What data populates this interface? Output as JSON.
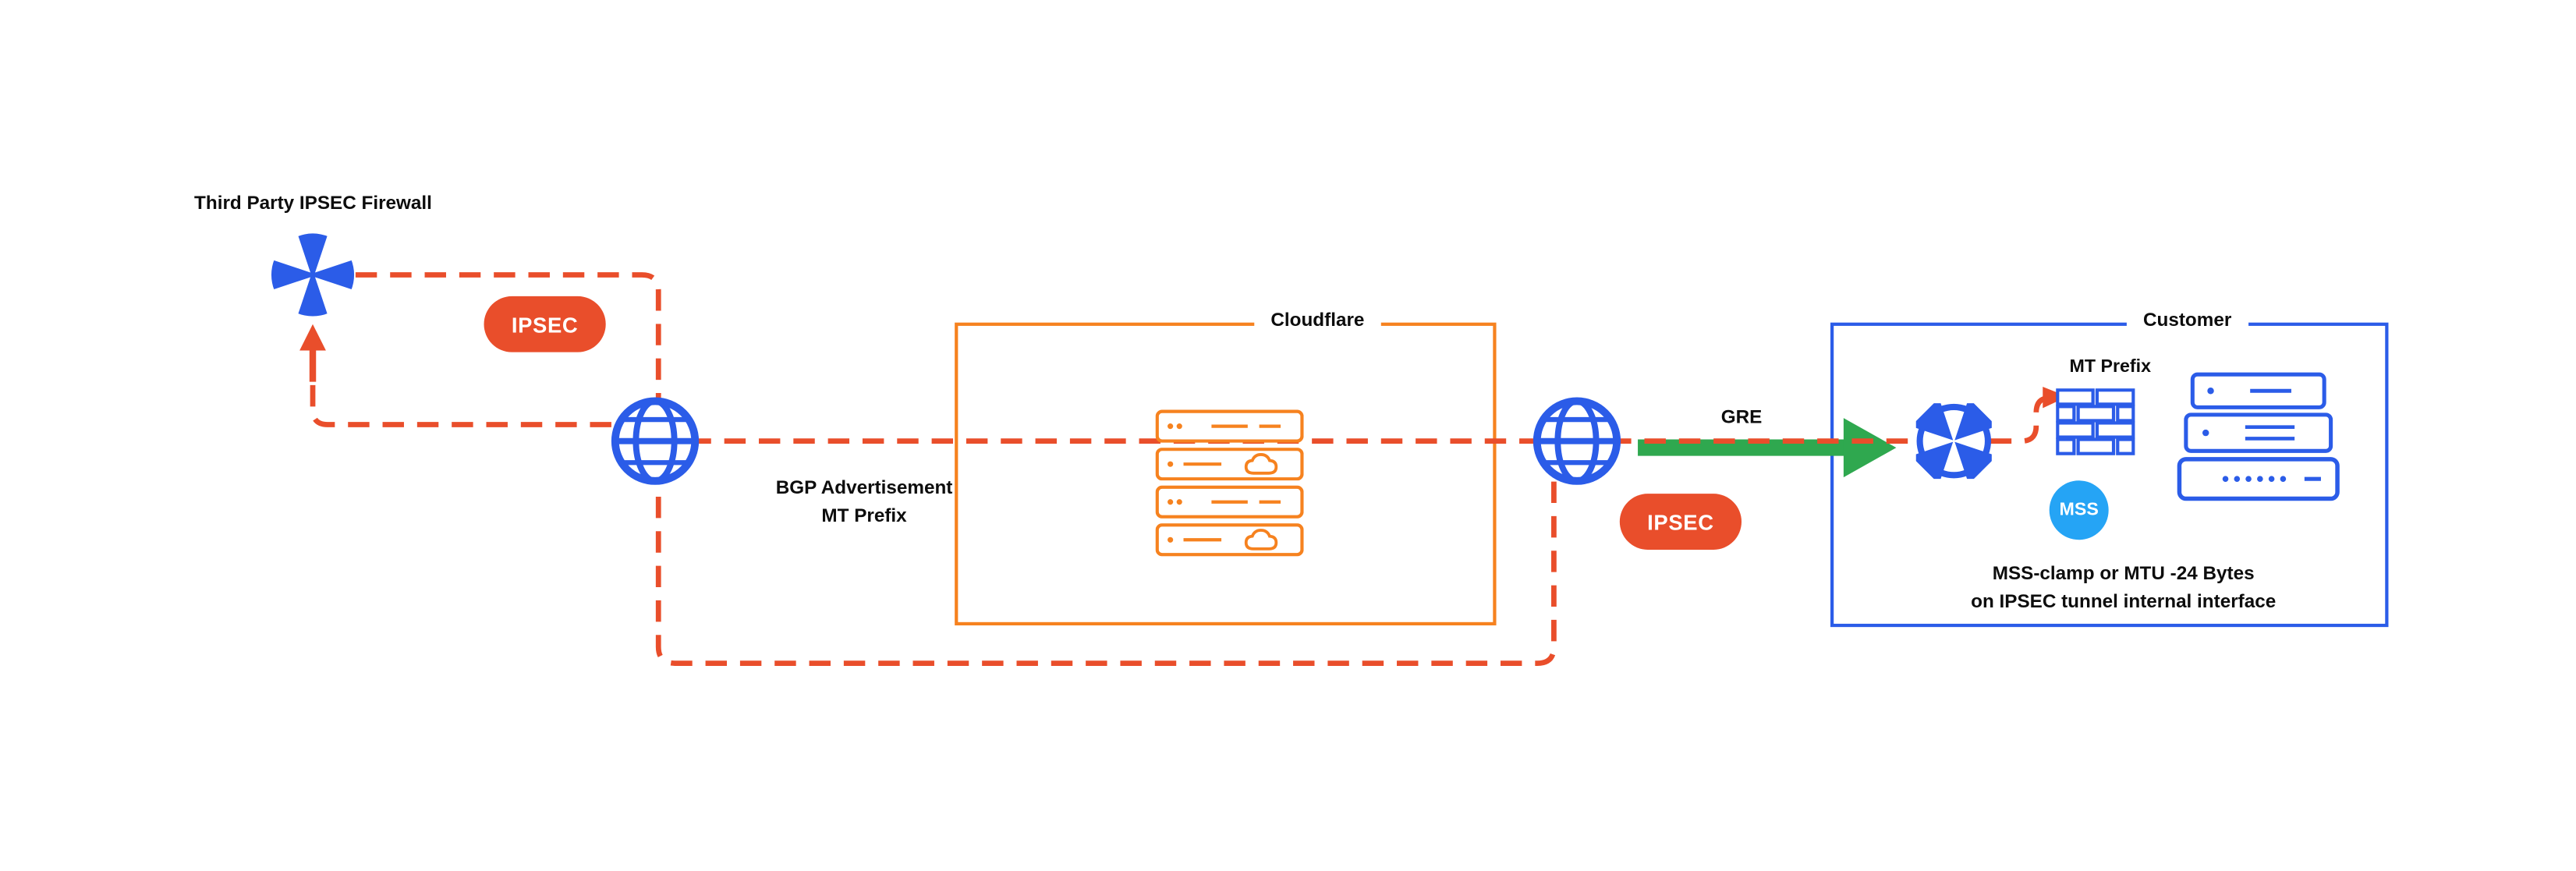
{
  "colors": {
    "cloudflare_orange": "#F6821F",
    "red_orange": "#E94E2B",
    "blue": "#2B5CE8",
    "light_blue": "#25A4F5",
    "green": "#2FA84F"
  },
  "nodes": {
    "third_party_firewall": "Third Party IPSEC Firewall",
    "cloudflare_box": "Cloudflare",
    "customer_box": "Customer"
  },
  "badges": {
    "ipsec_left": "IPSEC",
    "ipsec_right": "IPSEC",
    "mss": "MSS"
  },
  "labels": {
    "bgp_line1": "BGP Advertisement",
    "bgp_line2": "MT Prefix",
    "gre": "GRE",
    "mt_prefix": "MT Prefix",
    "note_line1": "MSS-clamp or MTU -24 Bytes",
    "note_line2": "on IPSEC tunnel internal interface"
  }
}
